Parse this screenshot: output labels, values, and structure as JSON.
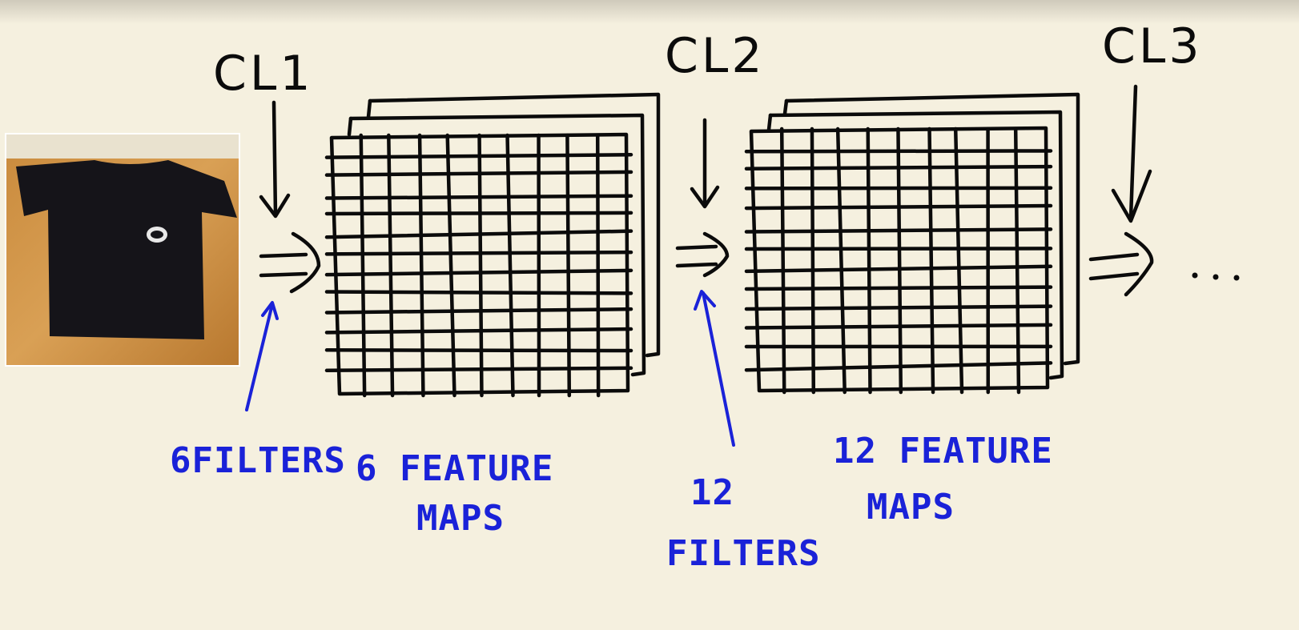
{
  "diagram": {
    "layers": [
      {
        "id": "cl1",
        "label": "CL1"
      },
      {
        "id": "cl2",
        "label": "CL2"
      },
      {
        "id": "cl3",
        "label": "CL3"
      }
    ],
    "annotations": {
      "filters_1": "6FILTERS",
      "maps_1_line1": "6 FEATURE",
      "maps_1_line2": "MAPS",
      "filters_2_line1": "12",
      "filters_2_line2": "FILTERS",
      "maps_2_line1": "12 FEATURE",
      "maps_2_line2": "MAPS"
    },
    "continuation": "...",
    "colors": {
      "background": "#f5f0df",
      "ink": "#0b0b0b",
      "annotation": "#1a22d8"
    }
  }
}
